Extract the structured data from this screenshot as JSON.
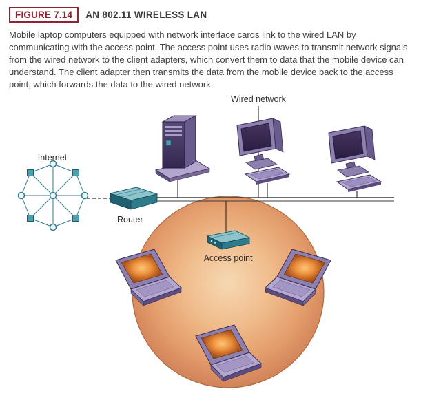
{
  "figure": {
    "label": "FIGURE 7.14",
    "title": "AN 802.11 WIRELESS LAN",
    "caption": "Mobile laptop computers equipped with network interface cards link to the wired LAN by communicating with the access point. The access point uses radio waves to transmit network signals from the wired network to the client adapters, which convert them to data that the mobile device can understand. The client adapter then transmits the data from the mobile device back to the access point, which forwards the data to the wired network."
  },
  "diagram": {
    "labels": {
      "wired_network": "Wired network",
      "internet": "Internet",
      "router": "Router",
      "access_point": "Access point"
    },
    "colors": {
      "figure_accent": "#8e2430",
      "device_purple": "#8d7fae",
      "device_teal": "#3c8fa0",
      "wireless_zone_orange": "#e49e6c",
      "screen_glow_orange": "#ef9440"
    }
  }
}
